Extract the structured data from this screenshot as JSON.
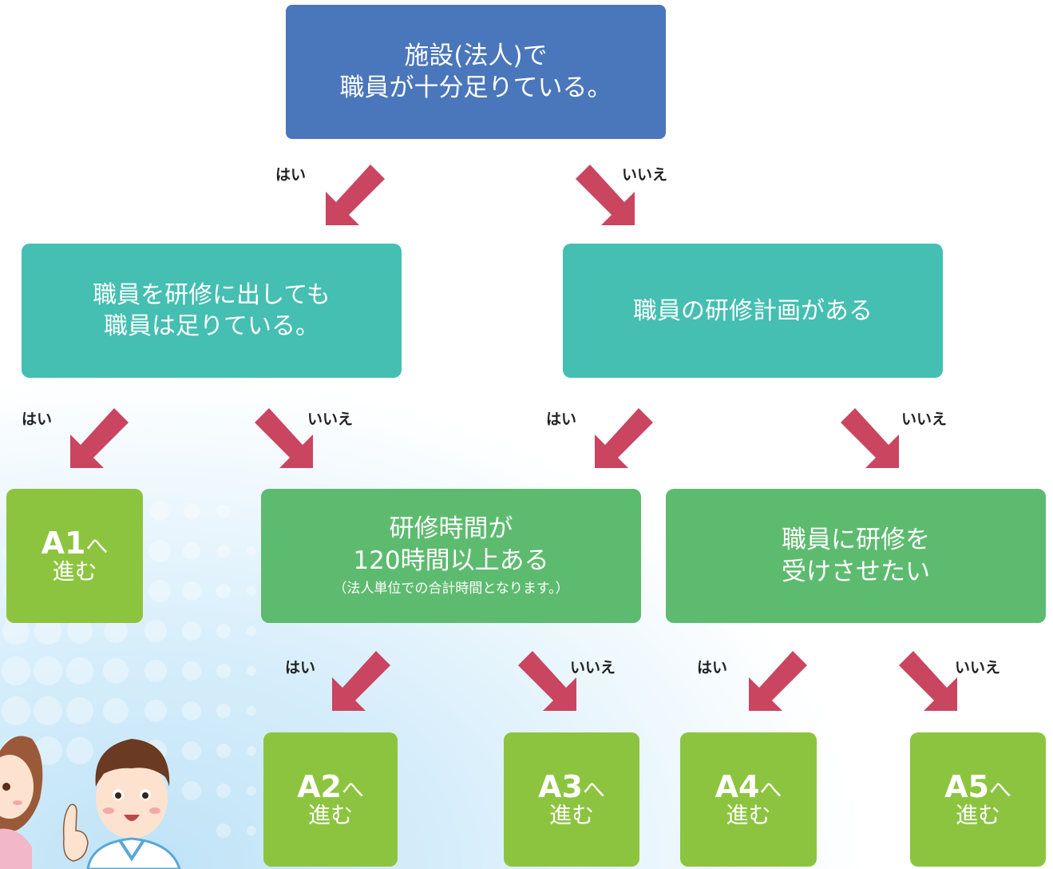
{
  "nodes": {
    "root": {
      "line1": "施設(法人)で",
      "line2": "職員が十分足りている。"
    },
    "q_left": {
      "line1": "職員を研修に出しても",
      "line2": "職員は足りている。"
    },
    "q_right": {
      "line1": "職員の研修計画がある"
    },
    "q_hours": {
      "line1": "研修時間が",
      "line2": "120時間以上ある",
      "note": "（法人単位での合計時間となります。）"
    },
    "q_want": {
      "line1": "職員に研修を",
      "line2": "受けさせたい"
    },
    "a1": {
      "code": "A1",
      "suffix": "へ",
      "action": "進む"
    },
    "a2": {
      "code": "A2",
      "suffix": "へ",
      "action": "進む"
    },
    "a3": {
      "code": "A3",
      "suffix": "へ",
      "action": "進む"
    },
    "a4": {
      "code": "A4",
      "suffix": "へ",
      "action": "進む"
    },
    "a5": {
      "code": "A5",
      "suffix": "へ",
      "action": "進む"
    }
  },
  "labels": {
    "yes": "はい",
    "no": "いいえ"
  },
  "colors": {
    "root": "#4a76bc",
    "question_teal": "#44bfb2",
    "question_green": "#5dbb6f",
    "answer_lime": "#8cc43f",
    "arrow": "#c94560"
  }
}
